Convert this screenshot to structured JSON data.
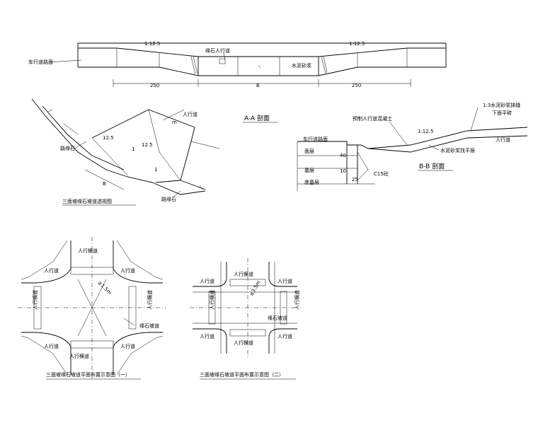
{
  "top_section": {
    "left_label": "车行道路面",
    "slope_left": "1:12.5",
    "slope_right": "1:12.5",
    "mid_label": "缘石人行道",
    "right_label": "水泥砂浆",
    "dim_left": "250",
    "dim_mid": "B",
    "dim_right": "250"
  },
  "aa": {
    "title": "A-A 剖面"
  },
  "axon": {
    "label_walk": "人行道",
    "label_curb_left": "路缘石",
    "label_curb_right": "路缘石",
    "slope1": "12.5",
    "slope2": "1",
    "slope3": "12.5",
    "slope4": "1",
    "dim_b": "B",
    "dim_m": "m",
    "caption": "三面坡缘石坡道透视图"
  },
  "bb": {
    "label_road": "车行道路面",
    "label_top": "1:3水泥砂浆抹缝",
    "label_top2": "下面平砖",
    "label_tooth": "预制人行道混凝土",
    "slope": "1:12.5",
    "label_bed": "水泥砂浆找平层",
    "label_surface": "面层",
    "label_base": "基层",
    "label_subbase": "底基层",
    "dim_40": "40",
    "dim_10": "10",
    "dim_25": "25",
    "label_c15": "C15砼",
    "label_walk": "人行道",
    "title": "B-B 剖面"
  },
  "plan1": {
    "walk_labels": [
      "人行道",
      "人行道",
      "人行道",
      "人行道"
    ],
    "ramp_labels": [
      "人行横道",
      "人行横道",
      "人行横道",
      "人行横道"
    ],
    "dim": "≥1.5m",
    "curb_ramp": "缘石坡道",
    "caption": "三面坡缘石坡道平面布置示意图（一）"
  },
  "plan2": {
    "walk_labels": [
      "人行道",
      "人行道",
      "人行道",
      "人行道"
    ],
    "ramp_labels": [
      "人行横道",
      "人行横道",
      "人行横道",
      "人行横道"
    ],
    "dim": "≤3.5m",
    "curb_ramp": "缘石坡道",
    "caption": "三面坡缘石坡道平面布置示意图（二）"
  }
}
